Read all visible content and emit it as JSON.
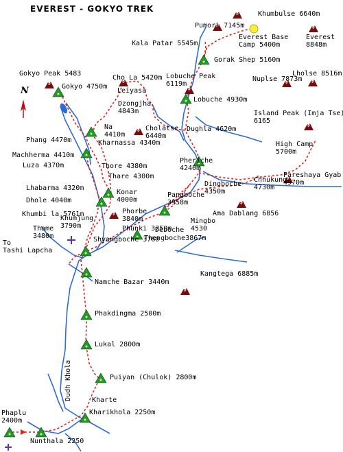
{
  "title": "EVEREST - GOKYO TREK",
  "compass": "N",
  "colors": {
    "trail": "#e0201a",
    "river": "#2e6bd6",
    "camp": "#1f9a2c",
    "peak": "#7a0b0b",
    "sun": "#ffef3a",
    "airport": "#5a2fd0"
  },
  "river_name": "Dudh Khola",
  "places": {
    "everest": "Everest\n8848m",
    "khumbulse": "Khumbulse 6640m",
    "pumori": "Pumori 7145m",
    "everest_base": "Everest Base\nCamp 5400m",
    "kala_patar": "Kala Patar 5545m",
    "gorak_shep": "Gorak Shep 5160m",
    "lhotse": "Lholse 8516m",
    "nuptse": "Nuplse 7873m",
    "lobuche_peak": "Lobuche Peak\n6119m",
    "cho_la": "Cho La 5420m",
    "leiyasa": "Leiyasa",
    "lobuche": "Lobuche 4930m",
    "gokyo_peak": "Gokyo Peak 5483",
    "gokyo": "Gokyo 4750m",
    "dzongjha": "Dzongjha\n4843m",
    "island_peak": "Island Peak (Imja Tse)\n6165",
    "na": "Na\n4410m",
    "cholatse": "Cholatse\n6440m",
    "dughla": "Dughla 4620m",
    "phang": "Phang 4470m",
    "kharnassa": "Kharnassa 4340m",
    "high_camp": "High Camp\n5700m",
    "machherma": "Machherma 4410m",
    "pheriche": "Pheriche\n4240m",
    "luza": "Luza 4370m",
    "thore": "Thore 4380m",
    "pareshaya": "Pareshaya Gyab\n4970m",
    "thare": "Thare 4300m",
    "dingboche": "Dingboche\n4350m",
    "chhukung": "Chhukung\n4730m",
    "lhabarma": "Lhabarma 4320m",
    "konar": "Konar\n4000m",
    "pangboche": "Pangboche\n3958m",
    "dhole": "Dhole 4040m",
    "ama_dablang": "Ama Dablang 6856",
    "khumbi_la": "Khumbi la 5761m",
    "phorbe": "Phorbe\n3840m",
    "mingbo": "Mingbo\n4530",
    "deboche": "Deboche",
    "khumjung": "Khumjung\n3790m",
    "thengboche": "Thengboche3867m",
    "phunki": "Phunki 3250m",
    "thame": "Thame\n3480m",
    "shyangboche": "Shyangboche 3760",
    "to_tashi": "To\nTashi Lapcha",
    "kangtega": "Kangtega 6885m",
    "namche": "Namche Bazar 3440m",
    "phakdingma": "Phakdingma 2500m",
    "lukal": "Lukal 2800m",
    "puiyan": "Puiyan (Chulok) 2800m",
    "kharte": "Kharte",
    "kharikhola": "Kharikhola 2250m",
    "phaplu": "Phaplu\n2400m",
    "nunthala": "Nunthala 2250"
  }
}
